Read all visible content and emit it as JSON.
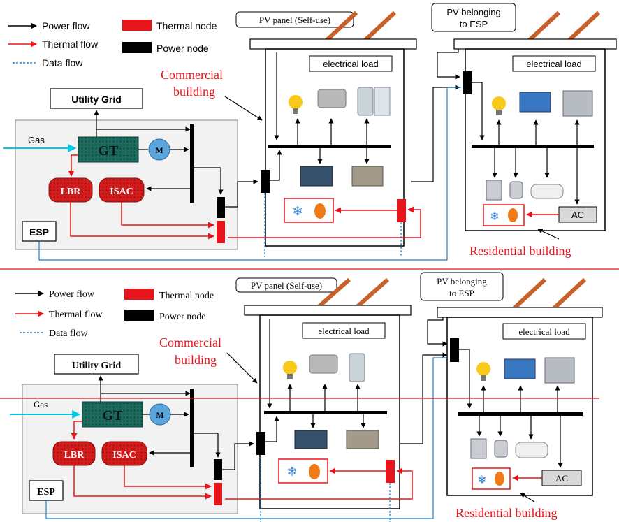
{
  "colors": {
    "power": "#000000",
    "thermal": "#e8141b",
    "data": "#1f7fc8",
    "gas": "#00c8e8",
    "gt_fill": "#1c6b5e",
    "boiler_fill": "#d41c1c",
    "motor_fill": "#5aa5dc",
    "divider": "#e8141b",
    "ac_fill": "#d9d9d9",
    "panel_fill": "#c8602a"
  },
  "top": {
    "legend": {
      "power_flow": "Power flow",
      "thermal_flow": "Thermal flow",
      "data_flow": "Data flow",
      "thermal_node": "Thermal node",
      "power_node": "Power node"
    },
    "utility_grid": "Utility Grid",
    "gas": "Gas",
    "gt": "GT",
    "motor": "M",
    "lbr": "LBR",
    "isac": "ISAC",
    "esp": "ESP",
    "pv_self": "PV panel (Self-use)",
    "pv_esp_line1": "PV belonging",
    "pv_esp_line2": "to ESP",
    "commercial_line1": "Commercial",
    "commercial_line2": "building",
    "residential": "Residential building",
    "electrical_load_commercial": "electrical load",
    "electrical_load_residential": "electrical load",
    "ac": "AC"
  },
  "bottom": {
    "legend": {
      "power_flow": "Power flow",
      "thermal_flow": "Thermal flow",
      "data_flow": "Data flow",
      "thermal_node": "Thermal node",
      "power_node": "Power node"
    },
    "utility_grid": "Utility Grid",
    "gas": "Gas",
    "gt": "GT",
    "motor": "M",
    "lbr": "LBR",
    "isac": "ISAC",
    "esp": "ESP",
    "pv_self": "PV panel (Self-use)",
    "pv_esp_line1": "PV belonging",
    "pv_esp_line2": "to ESP",
    "commercial_line1": "Commercial",
    "commercial_line2": "building",
    "residential": "Residential building",
    "electrical_load_commercial": "electrical load",
    "electrical_load_residential": "electrical load",
    "ac": "AC"
  }
}
